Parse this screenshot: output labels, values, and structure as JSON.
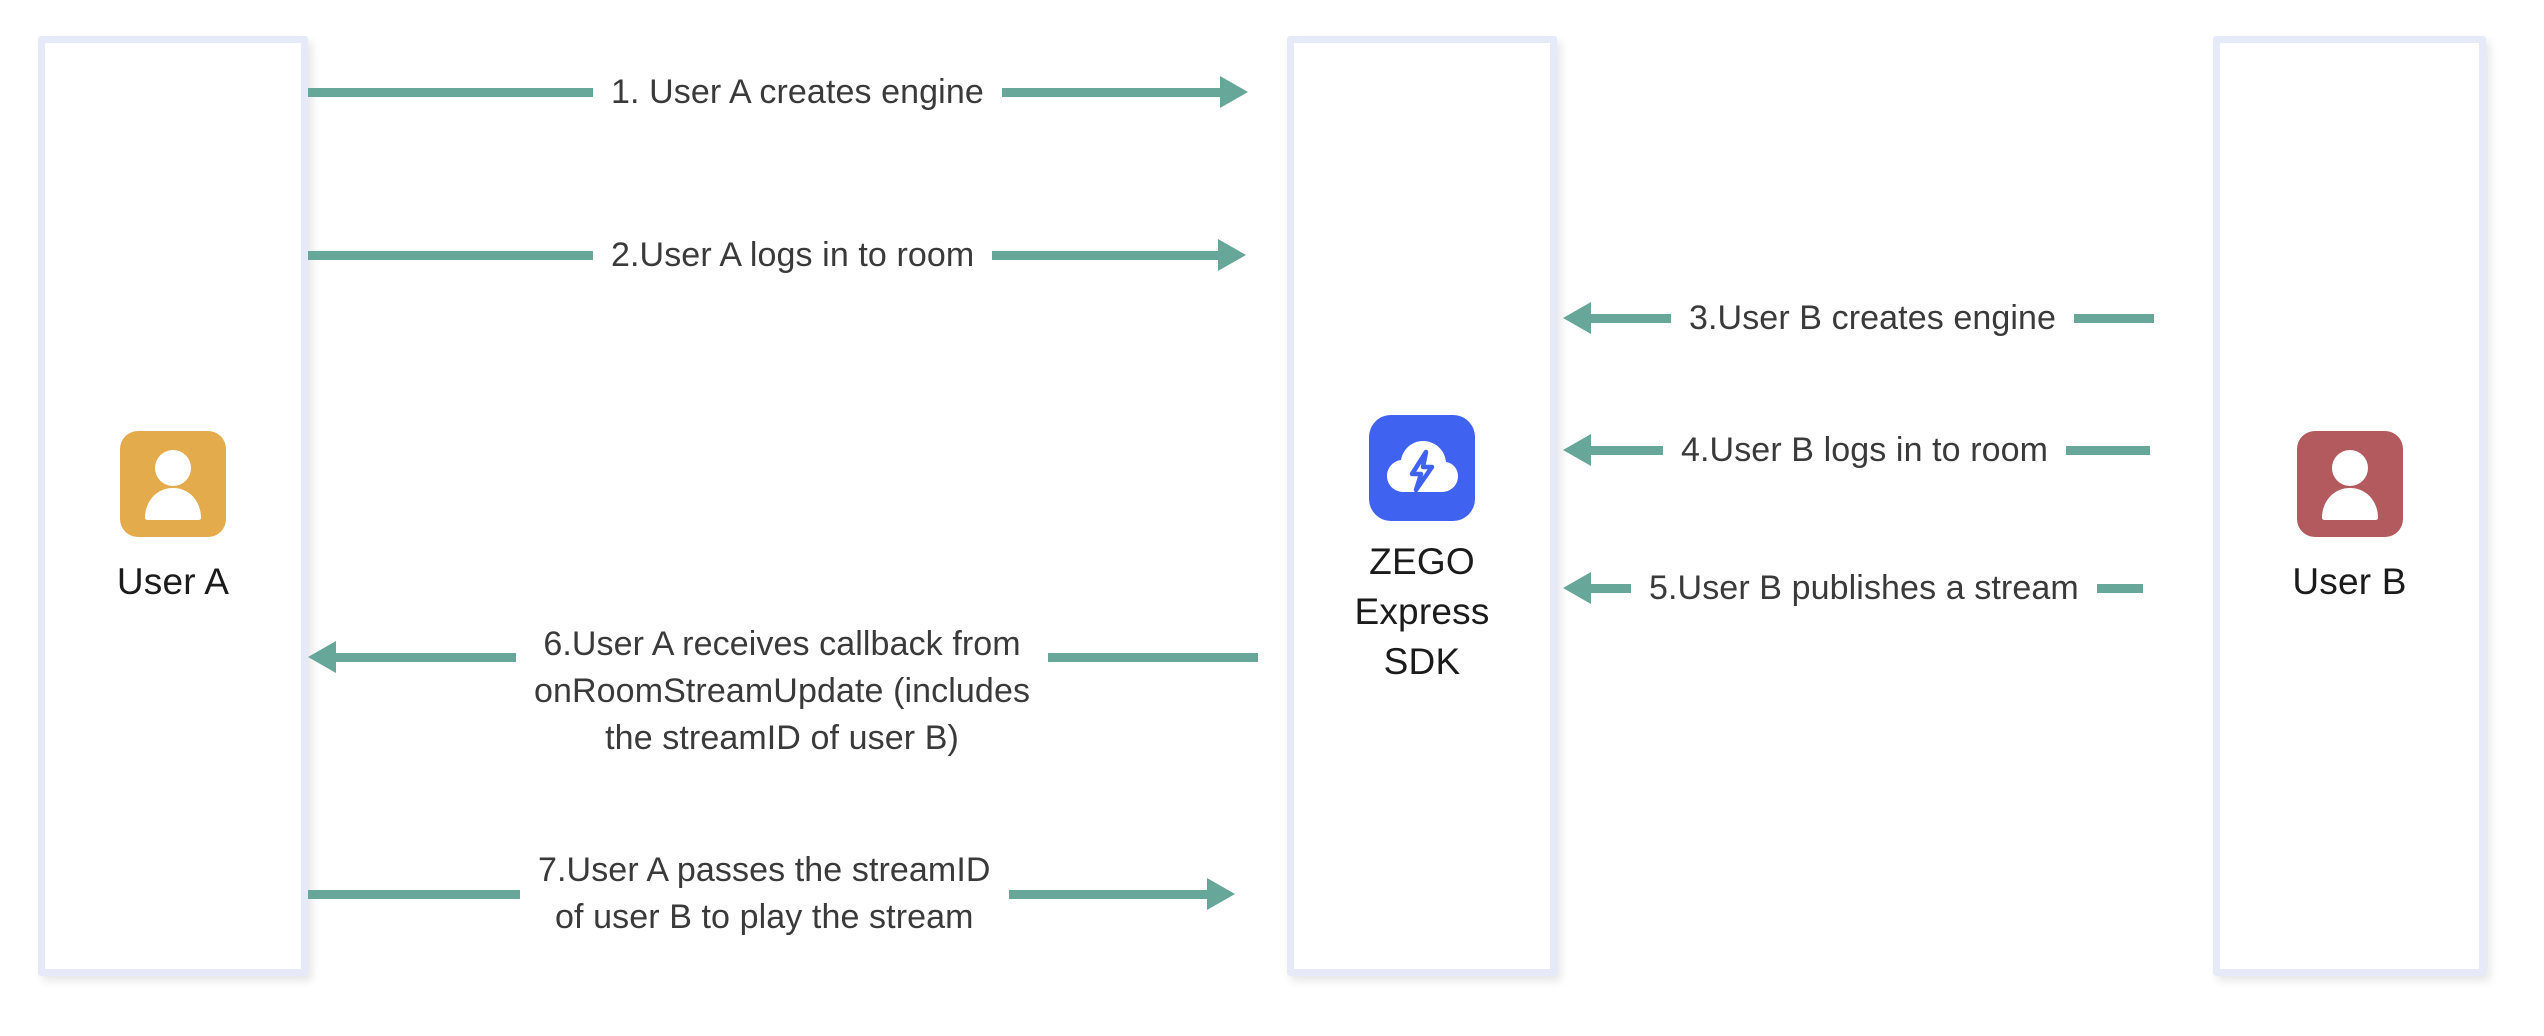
{
  "diagram": {
    "title": "ZEGO Express SDK stream publish and play sequence",
    "colors": {
      "column_border": "#e6eaf8",
      "column_fill": "#ffffff",
      "arrow": "#66a79a",
      "user_a_avatar": "#e3ab4c",
      "user_b_avatar": "#b35a5e",
      "sdk_tile": "#3f63f0",
      "text": "#3a3a3a"
    }
  },
  "actors": [
    {
      "id": "user-a",
      "label": "User A",
      "icon": "person-icon",
      "avatar_color": "#e3ab4c"
    },
    {
      "id": "zego-sdk",
      "label": "ZEGO\nExpress\nSDK",
      "icon": "cloud-lightning-icon",
      "avatar_color": "#3f63f0"
    },
    {
      "id": "user-b",
      "label": "User B",
      "icon": "person-icon",
      "avatar_color": "#b35a5e"
    }
  ],
  "messages": [
    {
      "step": "1",
      "label": "1. User A creates engine",
      "direction": "right",
      "from": "user-a",
      "to": "zego-sdk"
    },
    {
      "step": "2",
      "label": "2.User A logs in to room",
      "direction": "right",
      "from": "user-a",
      "to": "zego-sdk"
    },
    {
      "step": "3",
      "label": "3.User B creates engine",
      "direction": "left",
      "from": "user-b",
      "to": "zego-sdk"
    },
    {
      "step": "4",
      "label": "4.User B logs in to room",
      "direction": "left",
      "from": "user-b",
      "to": "zego-sdk"
    },
    {
      "step": "5",
      "label": "5.User B publishes a stream",
      "direction": "left",
      "from": "user-b",
      "to": "zego-sdk"
    },
    {
      "step": "6",
      "label": "6.User A receives callback from\nonRoomStreamUpdate (includes\nthe streamID of user B)",
      "direction": "left",
      "from": "zego-sdk",
      "to": "user-a"
    },
    {
      "step": "7",
      "label": "7.User A passes the streamID\nof user B to play the stream",
      "direction": "right",
      "from": "user-a",
      "to": "zego-sdk"
    }
  ]
}
